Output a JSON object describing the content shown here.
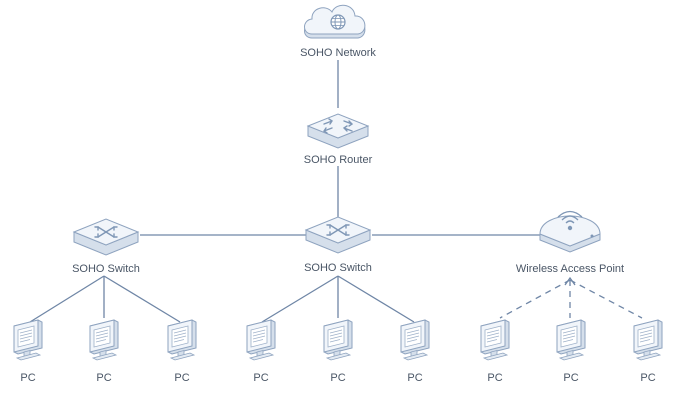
{
  "diagram": {
    "nodes": {
      "cloud": {
        "label": "SOHO Network",
        "icon": "cloud-globe-icon"
      },
      "router": {
        "label": "SOHO Router",
        "icon": "router-icon"
      },
      "switch_left": {
        "label": "SOHO Switch",
        "icon": "switch-icon"
      },
      "switch_center": {
        "label": "SOHO Switch",
        "icon": "switch-icon"
      },
      "wap": {
        "label": "Wireless Access Point",
        "icon": "wireless-access-point-icon"
      }
    },
    "pcs": [
      {
        "label": "PC",
        "icon": "pc-monitor-icon"
      },
      {
        "label": "PC",
        "icon": "pc-monitor-icon"
      },
      {
        "label": "PC",
        "icon": "pc-monitor-icon"
      },
      {
        "label": "PC",
        "icon": "pc-monitor-icon"
      },
      {
        "label": "PC",
        "icon": "pc-monitor-icon"
      },
      {
        "label": "PC",
        "icon": "pc-monitor-icon"
      },
      {
        "label": "PC",
        "icon": "pc-monitor-icon"
      },
      {
        "label": "PC",
        "icon": "pc-monitor-icon"
      },
      {
        "label": "PC",
        "icon": "pc-monitor-icon"
      }
    ],
    "colors": {
      "line": "#6f86a6",
      "device_top": "#f1f5fa",
      "device_side": "#d5dfeb",
      "device_stroke": "#8ea3bf",
      "text": "#4a5666"
    }
  }
}
